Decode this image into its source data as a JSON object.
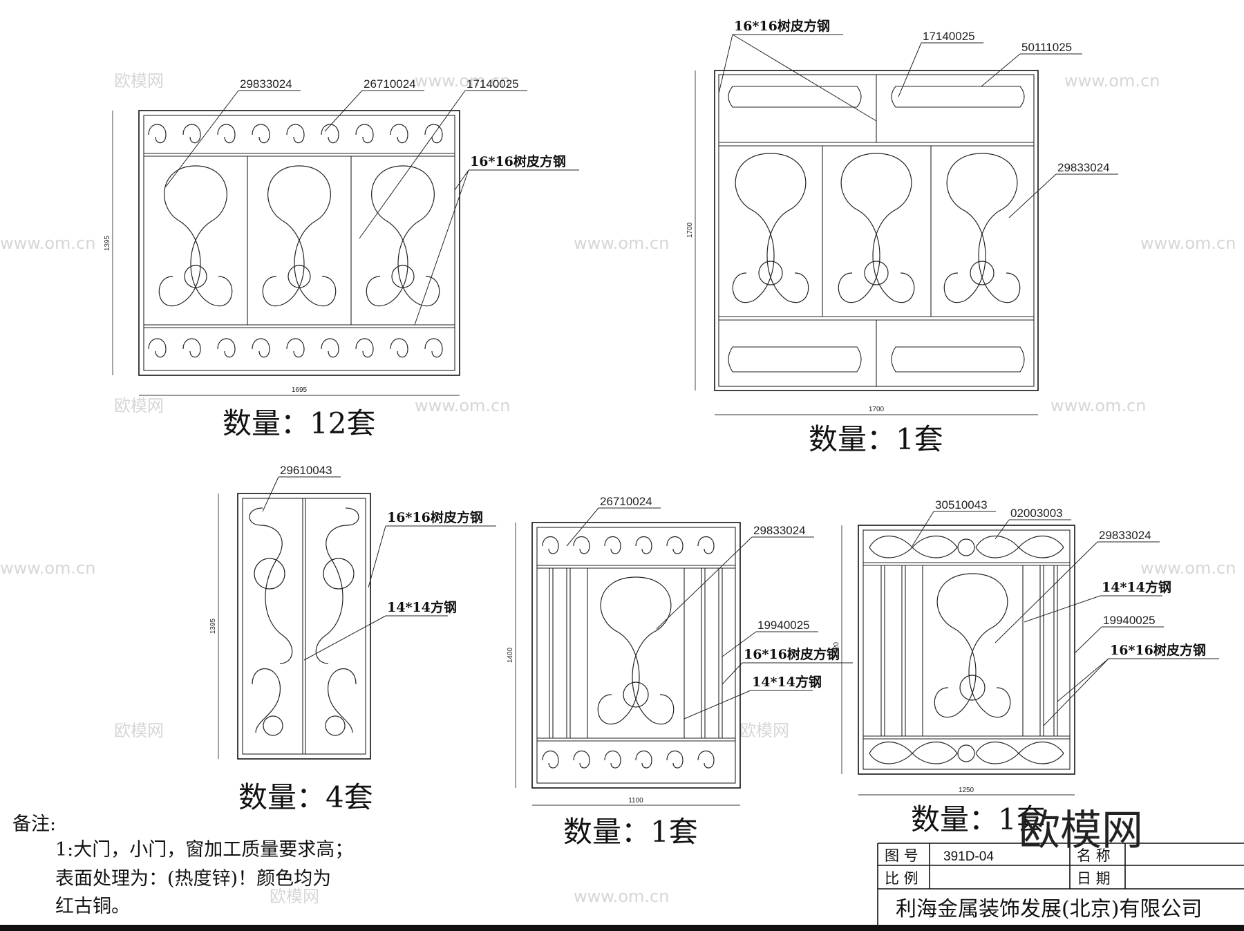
{
  "panels": [
    {
      "labels": [
        "29833024",
        "26710024",
        "17140025"
      ],
      "materials": [
        "16*16树皮方钢"
      ],
      "dim_height": "1395",
      "dim_width": "1695",
      "quantity": "数量：12套"
    },
    {
      "labels": [
        "17140025",
        "50111025",
        "29833024"
      ],
      "materials": [
        "16*16树皮方钢"
      ],
      "dim_height": "1700",
      "dim_width": "1700",
      "quantity": "数量：1套"
    },
    {
      "labels": [
        "29610043"
      ],
      "materials": [
        "16*16树皮方钢",
        "14*14方钢"
      ],
      "dim_height": "1395",
      "quantity": "数量：4套"
    },
    {
      "labels": [
        "26710024",
        "29833024",
        "19940025"
      ],
      "materials": [
        "16*16树皮方钢",
        "14*14方钢"
      ],
      "dim_height": "1400",
      "dim_width": "1100",
      "quantity": "数量：1套"
    },
    {
      "labels": [
        "30510043",
        "02003003",
        "29833024",
        "19940025"
      ],
      "materials": [
        "14*14方钢",
        "16*16树皮方钢"
      ],
      "dim_height": "1320",
      "dim_width": "1250",
      "quantity": "数量：1套"
    }
  ],
  "notes": {
    "heading": "备注:",
    "lines": [
      "1:大门，小门，窗加工质量要求高；",
      "表面处理为：(热度锌)！颜色均为",
      "红古铜。"
    ]
  },
  "title_block": {
    "drawing_no_label": "图 号",
    "drawing_no_value": "391D-04",
    "name_label": "名 称",
    "scale_label": "比 例",
    "date_label": "日 期",
    "company": "利海金属装饰发展(北京)有限公司"
  },
  "watermark": {
    "logo_text": "欧模网",
    "site_text": "www.om.cn"
  }
}
